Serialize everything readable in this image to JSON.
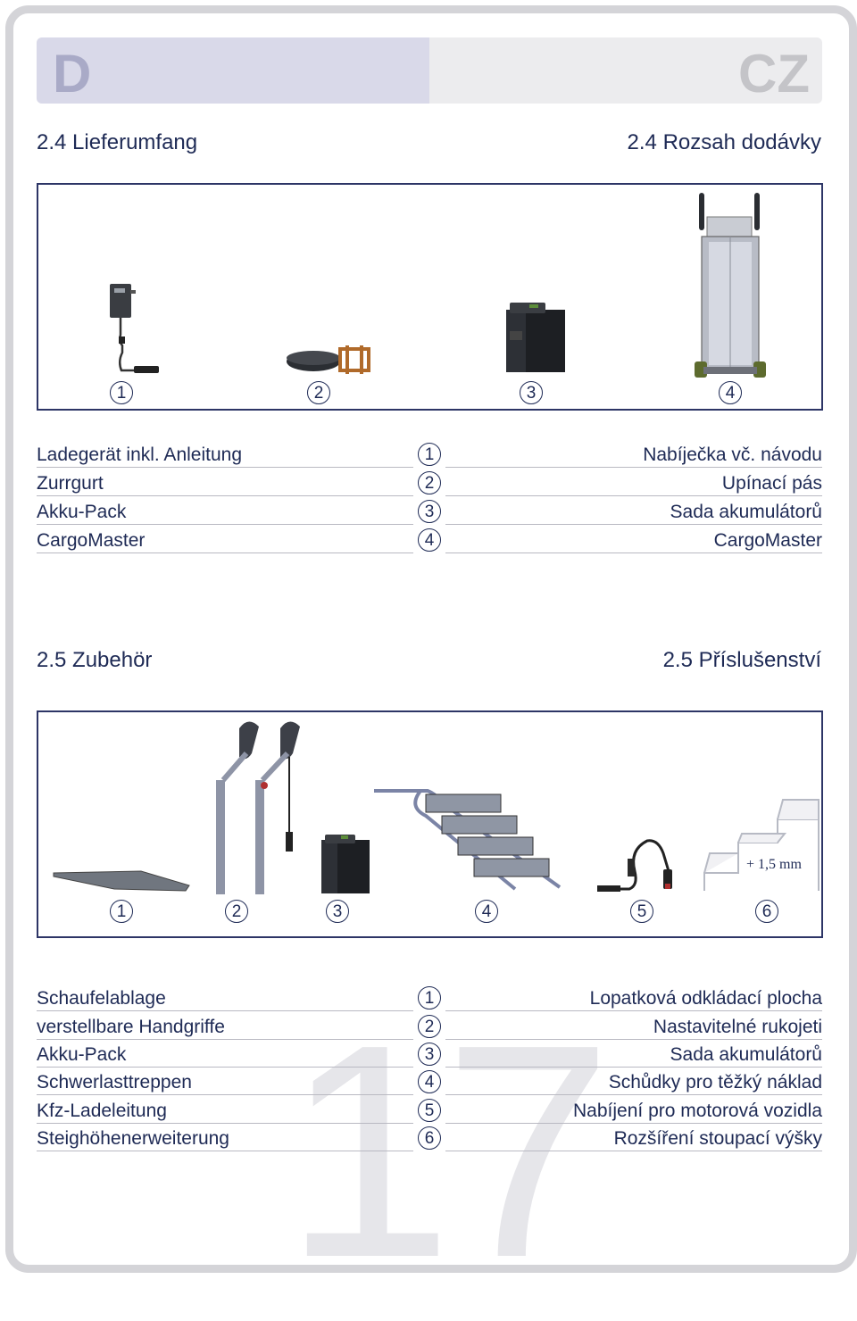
{
  "header": {
    "lang_left": "D",
    "lang_right": "CZ"
  },
  "section_delivery": {
    "title_de": "2.4 Lieferumfang",
    "title_cz": "2.4 Rozsah dodávky",
    "figure_numbers": [
      "1",
      "2",
      "3",
      "4"
    ],
    "items": [
      {
        "num": "1",
        "de": "Ladegerät inkl. Anleitung",
        "cz": "Nabíječka vč. návodu"
      },
      {
        "num": "2",
        "de": "Zurrgurt",
        "cz": "Upínací pás"
      },
      {
        "num": "3",
        "de": "Akku-Pack",
        "cz": "Sada akumulátorů"
      },
      {
        "num": "4",
        "de": "CargoMaster",
        "cz": "CargoMaster"
      }
    ]
  },
  "section_accessories": {
    "title_de": "2.5 Zubehör",
    "title_cz": "2.5 Příslušenství",
    "figure_numbers": [
      "1",
      "2",
      "3",
      "4",
      "5",
      "6"
    ],
    "step_annotation": "+ 1,5 mm",
    "items": [
      {
        "num": "1",
        "de": "Schaufelablage",
        "cz": "Lopatková odkládací plocha"
      },
      {
        "num": "2",
        "de": "verstellbare Handgriffe",
        "cz": "Nastavitelné rukojeti"
      },
      {
        "num": "3",
        "de": "Akku-Pack",
        "cz": "Sada akumulátorů"
      },
      {
        "num": "4",
        "de": "Schwerlasttreppen",
        "cz": "Schůdky pro těžký náklad"
      },
      {
        "num": "5",
        "de": "Kfz-Ladeleitung",
        "cz": "Nabíjení pro motorová vozidla"
      },
      {
        "num": "6",
        "de": "Steighöhenerweiterung",
        "cz": "Rozšíření stoupací výšky"
      }
    ]
  },
  "page_number": "17",
  "colors": {
    "text": "#1e2a55",
    "frame": "#d4d4d8",
    "lang_left_bg": "#d9d9e9"
  }
}
